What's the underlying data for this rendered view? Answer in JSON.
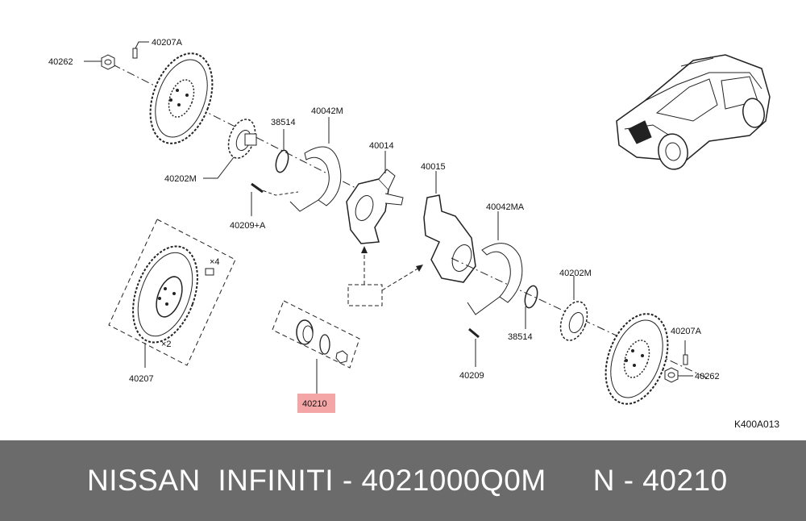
{
  "diagram": {
    "drawing_code": "K400A013",
    "highlight_color": "#f4a6a6",
    "callouts": {
      "nut_top": "40262",
      "bolt_top": "40207A",
      "hub_top": "40202M",
      "snap_ring_top": "38514",
      "plate_top": "40042M",
      "knuckle_right": "40014",
      "knuckle_left": "40015",
      "screw_left": "40209+A",
      "plate_right": "40042MA",
      "hub_right": "40202M",
      "snap_ring_right": "38514",
      "screw_right": "40209",
      "bolt_right": "40207A",
      "nut_right": "40262",
      "disc_kit": "40207",
      "disc_kit_qty": "×2",
      "bolt_kit_qty": "×4",
      "bearing_kit": "40210"
    }
  },
  "footer": {
    "brand": "NISSAN  INFINITI - 4021000Q0M",
    "ref": "N - 40210"
  }
}
